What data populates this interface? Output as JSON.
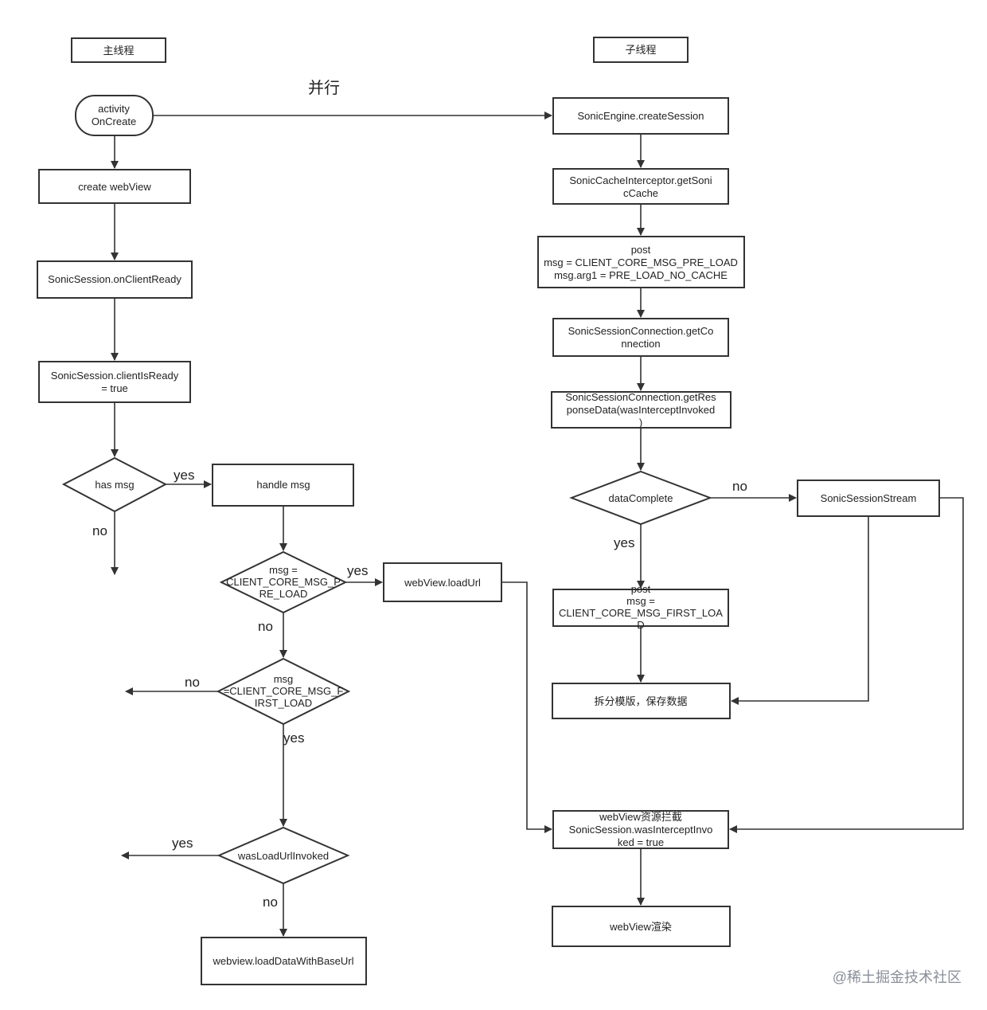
{
  "headers": {
    "main_thread": "主线程",
    "sub_thread": "子线程"
  },
  "parallel_label": "并行",
  "nodes": {
    "activity_oncreate": [
      "activity",
      "OnCreate"
    ],
    "create_webview": [
      "create webView"
    ],
    "on_client_ready": [
      "SonicSession.onClientReady"
    ],
    "client_is_ready": [
      "SonicSession.clientIsReady",
      "= true"
    ],
    "has_msg": [
      "has msg"
    ],
    "handle_msg": [
      "handle msg"
    ],
    "msg_pre_load": [
      "msg =",
      "CLIENT_CORE_MSG_P",
      "RE_LOAD"
    ],
    "webview_loadurl": [
      "webView.loadUrl"
    ],
    "msg_first_load": [
      "msg",
      "=CLIENT_CORE_MSG_F",
      "IRST_LOAD"
    ],
    "was_load_url_invoked": [
      "wasLoadUrlInvoked"
    ],
    "load_data_with_base_url": [
      "webview.loadDataWithBaseUrl"
    ],
    "create_session": [
      "SonicEngine.createSession"
    ],
    "get_sonic_cache": [
      "SonicCacheInterceptor.getSoni",
      "cCache"
    ],
    "post_pre_load": [
      "post",
      "msg = CLIENT_CORE_MSG_PRE_LOAD",
      "msg.arg1 = PRE_LOAD_NO_CACHE"
    ],
    "get_connection": [
      "SonicSessionConnection.getCo",
      "nnection"
    ],
    "get_response_data": [
      "SonicSessionConnection.getRes",
      "ponseData(wasInterceptInvoked",
      ")"
    ],
    "data_complete": [
      "dataComplete"
    ],
    "session_stream": [
      "SonicSessionStream"
    ],
    "post_first_load": [
      "post",
      "msg =",
      "CLIENT_CORE_MSG_FIRST_LOA",
      "D"
    ],
    "split_template": [
      "拆分模版，保存数据"
    ],
    "webview_intercept": [
      "webView资源拦截",
      "SonicSession.wasInterceptInvo",
      "ked = true"
    ],
    "webview_render": [
      "webView渲染"
    ]
  },
  "edge_labels": {
    "has_msg_yes": "yes",
    "has_msg_no": "no",
    "pre_load_yes": "yes",
    "pre_load_no": "no",
    "first_load_no": "no",
    "first_load_yes": "yes",
    "was_load_yes": "yes",
    "was_load_no": "no",
    "data_complete_no": "no",
    "data_complete_yes": "yes"
  },
  "watermark": "@稀土掘金技术社区"
}
